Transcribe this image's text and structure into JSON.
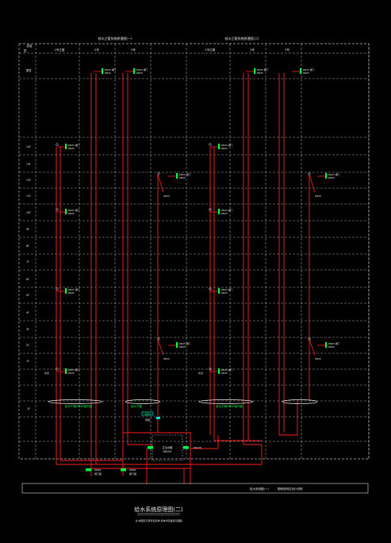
{
  "drawing": {
    "col_header_left": "给水立管系统原理图(一)",
    "col_header_right": "给水立管系统原理图(二)",
    "corner_top": "层高",
    "corner_bottom": "层",
    "sub_headers": [
      "1号立管",
      "2号",
      "3号",
      "1号立管",
      "2号",
      "3号"
    ],
    "floors": [
      "屋顶",
      "14F",
      "13F",
      "12F",
      "11F",
      "10F",
      "9F",
      "8F",
      "7F",
      "6F",
      "5F",
      "4F",
      "3F",
      "2F",
      "1F",
      "-1F"
    ],
    "valve_label": "DN25 阀门",
    "valve_sublabel": "DN25",
    "branch_label": "DN20",
    "meter_label": "水表",
    "pipe_note_left": "给水干管DN65接市政",
    "pipe_note_mid": "给水干管",
    "pipe_note_right": "给水干管DN65接市政",
    "pump_tag": "加压",
    "pump_sub": "泵组",
    "tank_label": "生活水箱",
    "tank_sub": "DN100",
    "bottom_valve_1": "DN65",
    "bottom_valve_2": "DN65",
    "bottom_valve_sub": "阀门组",
    "footer_left": "给水系统图(一)",
    "footer_right": "图例说明见设计说明",
    "title": "给水系统原理图(二)",
    "subtitle": "注:本图仅示意管道系统,具体详见各层平面图"
  },
  "colors": {
    "background": "#000000",
    "pipe": "#ff2020",
    "valve": "#00ff40",
    "grid": "#bdbdbd",
    "text": "#e8e8e8",
    "accent": "#00e0e0"
  }
}
